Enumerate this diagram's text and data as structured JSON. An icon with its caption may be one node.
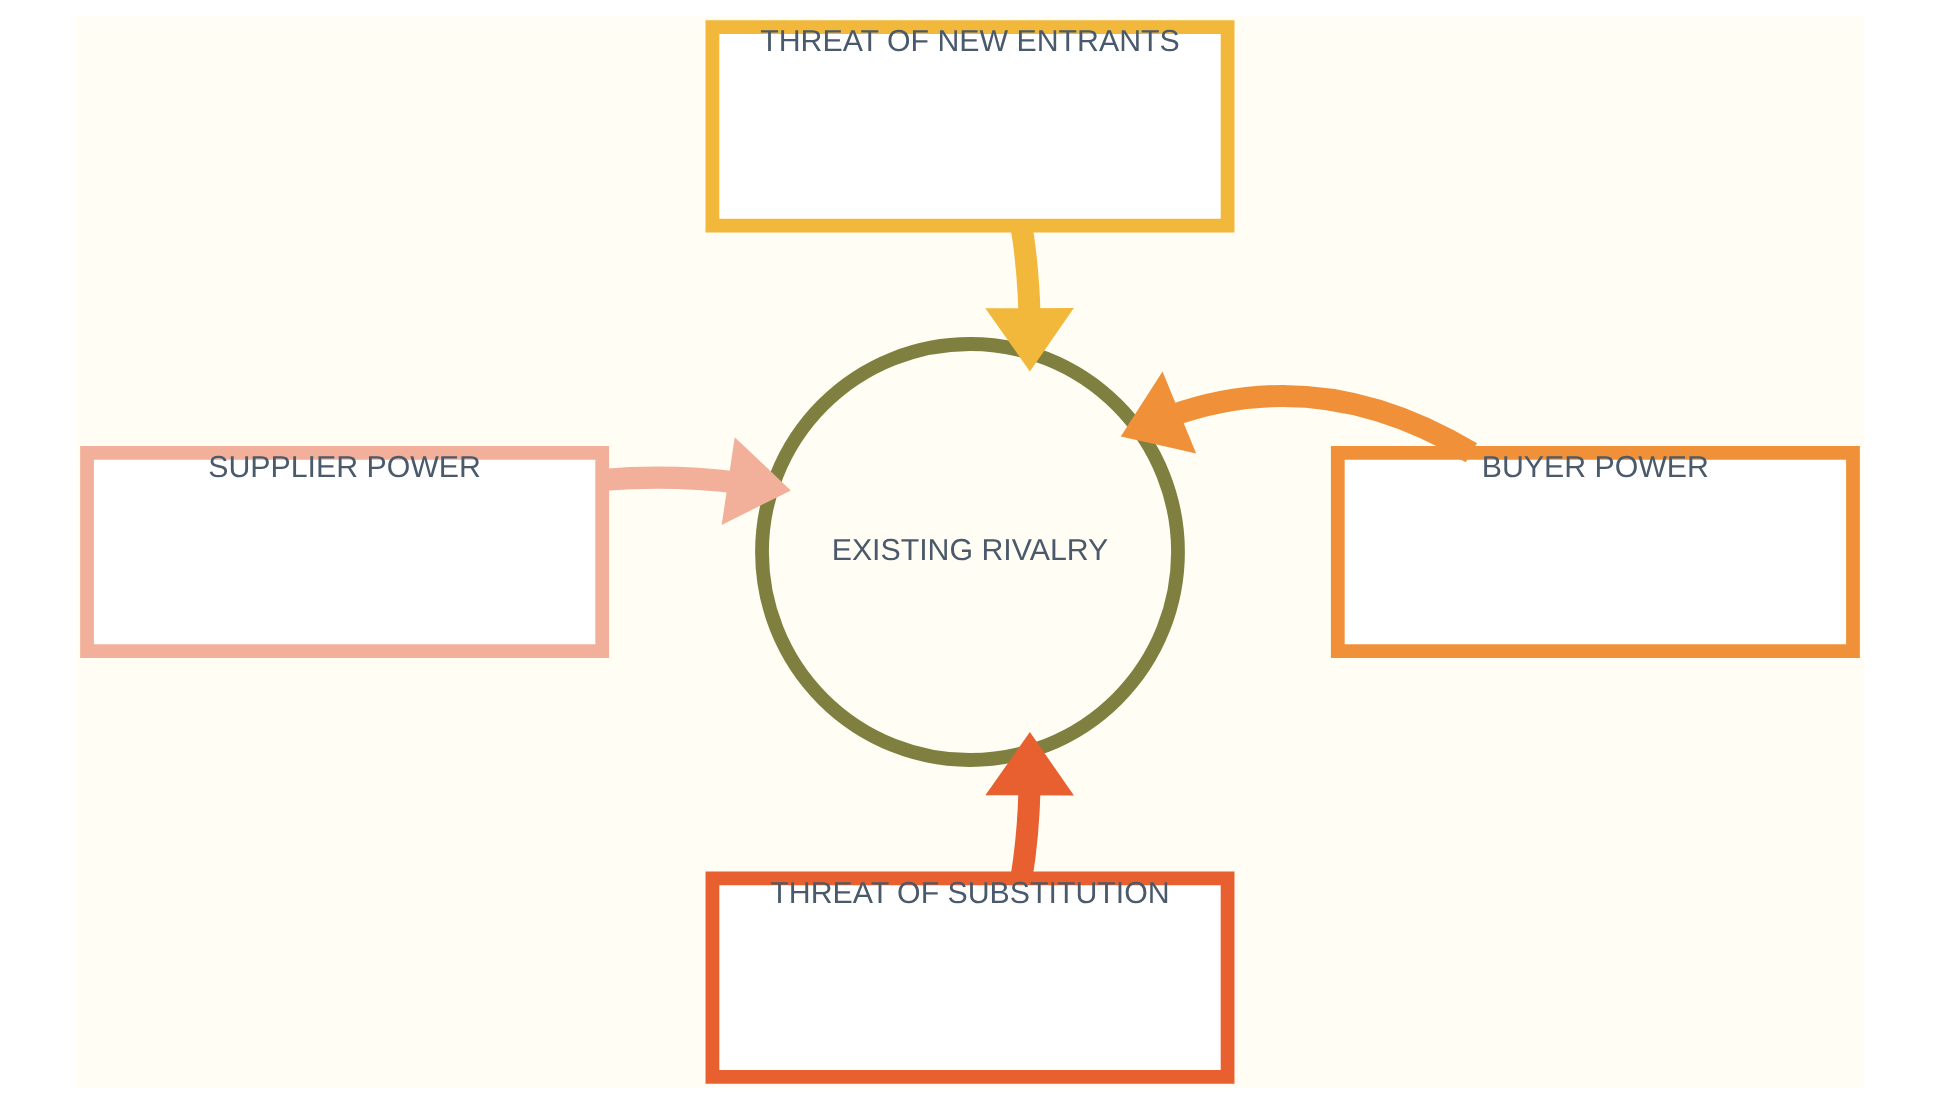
{
  "diagram": {
    "nodes": [
      {
        "text": [
          "THREAT OF NEW ENTRANTS"
        ]
      },
      {
        "text": [
          "SUPPLIER POWER"
        ]
      },
      {
        "text": [
          "EXISTING RIVALRY"
        ]
      },
      {
        "text": [
          "BUYER POWER"
        ]
      },
      {
        "text": [
          "THREAT OF SUBSTITUTION"
        ]
      }
    ],
    "edges": [
      {
        "from": 0,
        "to": 2,
        "arrow": "to",
        "color": "#f2b83c"
      },
      {
        "from": 1,
        "to": 2,
        "arrow": "to",
        "color": "#f2b09a"
      },
      {
        "from": 3,
        "to": 2,
        "arrow": "to",
        "color": "#f0913a"
      },
      {
        "from": 4,
        "to": 2,
        "arrow": "to",
        "color": "#e8602f"
      }
    ]
  }
}
